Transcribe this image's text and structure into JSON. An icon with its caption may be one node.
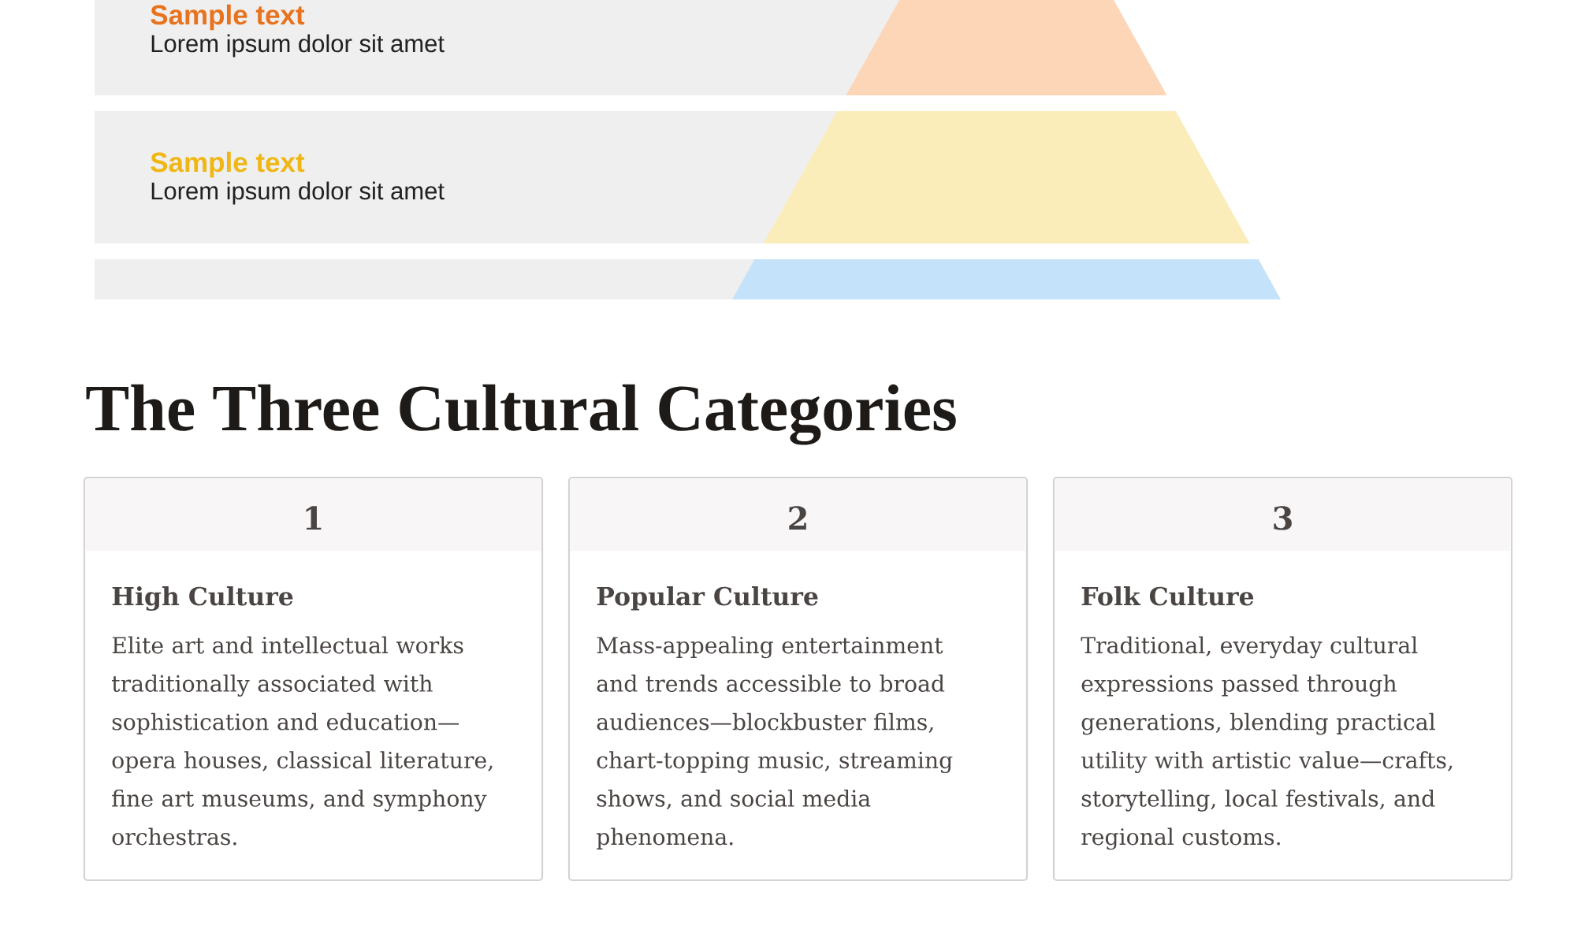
{
  "diagram": {
    "title": "The Three Cultural Categories",
    "nodes": [
      {
        "text": [
          "Sample text",
          "Lorem ipsum dolor sit amet"
        ]
      },
      {
        "text": [
          "Sample text",
          "Lorem ipsum dolor sit amet"
        ]
      },
      {
        "text": [],
        "shape": "bar"
      },
      {
        "text": [
          "1",
          "High Culture",
          "Elite art and intellectual works traditionally associated with sophistication and education—opera houses, classical literature, fine art museums, and symphony orchestras."
        ]
      },
      {
        "text": [
          "2",
          "Popular Culture",
          "Mass-appealing entertainment and trends accessible to broad audiences—blockbuster films, chart-topping music, streaming shows, and social media phenomena."
        ]
      },
      {
        "text": [
          "3",
          "Folk Culture",
          "Traditional, everyday cultural expressions passed through generations, blending practical utility with artistic value—crafts, storytelling, local festivals, and regional customs."
        ]
      }
    ]
  }
}
